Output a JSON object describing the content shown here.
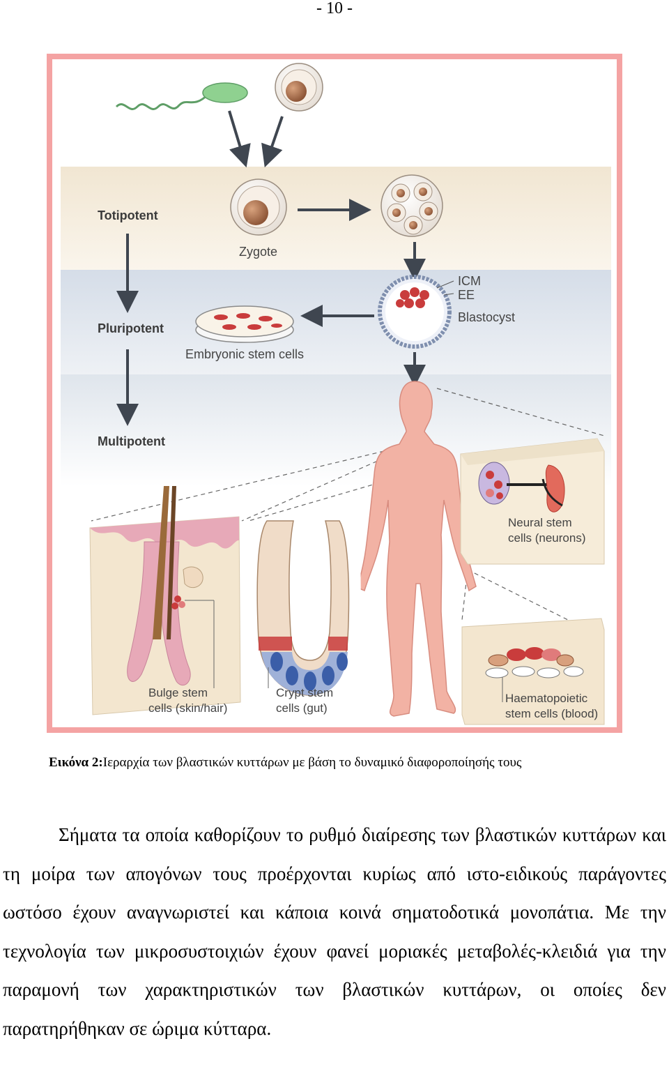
{
  "page_number": "- 10 -",
  "figure": {
    "level_labels": {
      "totipotent": "Totipotent",
      "pluripotent": "Pluripotent",
      "multipotent": "Multipotent"
    },
    "zygote_label": "Zygote",
    "icm_label": "ICM",
    "ee_label": "EE",
    "blastocyst_label": "Blastocyst",
    "embryonic_label": "Embryonic stem cells",
    "neural_label_1": "Neural stem",
    "neural_label_2": "cells (neurons)",
    "bulge_label_1": "Bulge stem",
    "bulge_label_2": "cells (skin/hair)",
    "crypt_label_1": "Crypt stem",
    "crypt_label_2": "cells (gut)",
    "haem_label_1": "Haematopoietic",
    "haem_label_2": "stem cells (blood)",
    "colors": {
      "frame": "#f4a3a3",
      "skin": "#f2b2a4",
      "cell_red": "#c93c3c",
      "crypt_blue": "#3b5ea8",
      "sperm_green": "#7cc47a"
    }
  },
  "caption": {
    "label": "Εικόνα 2:",
    "text": "Ιεραρχία των βλαστικών κυττάρων με βάση το δυναμικό διαφοροποίησής τους"
  },
  "body_text": "Σήματα τα οποία καθορίζουν το ρυθμό διαίρεσης των βλαστικών κυττάρων και τη μοίρα των απογόνων τους προέρχονται κυρίως από ιστο-ειδικούς παράγοντες ωστόσο έχουν αναγνωριστεί και κάποια κοινά σηματοδοτικά μονοπάτια. Με την τεχνολογία των μικροσυστοιχιών έχουν φανεί μοριακές μεταβολές-κλειδιά για την παραμονή των χαρακτηριστικών των βλαστικών κυττάρων, οι οποίες δεν παρατηρήθηκαν σε ώριμα κύτταρα."
}
